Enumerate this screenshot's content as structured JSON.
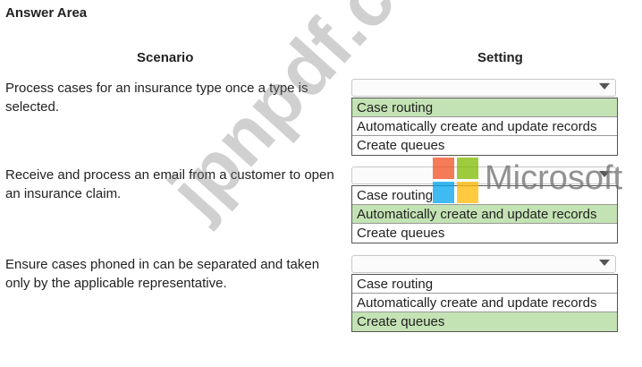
{
  "answer_area": {
    "title": "Answer Area"
  },
  "headers": {
    "scenario": "Scenario",
    "setting": "Setting"
  },
  "rows": [
    {
      "scenario": "Process cases for an insurance type once a type is selected.",
      "options": [
        "Case routing",
        "Automatically create and update records",
        "Create queues"
      ],
      "selected_index": 0
    },
    {
      "scenario": "Receive and process an email from a customer to open an insurance claim.",
      "options": [
        "Case routing",
        "Automatically create and update records",
        "Create queues"
      ],
      "selected_index": 1
    },
    {
      "scenario": "Ensure cases phoned in can be separated and taken only by the applicable representative.",
      "options": [
        "Case routing",
        "Automatically create and update records",
        "Create queues"
      ],
      "selected_index": 2
    }
  ],
  "watermark": {
    "text": "jpnpdf.com",
    "brand": "Microsoft"
  },
  "colors": {
    "selected": "#c4e3b4",
    "ms_red": "#f25022",
    "ms_green": "#7fba00",
    "ms_blue": "#00a4ef",
    "ms_yellow": "#ffb900"
  }
}
